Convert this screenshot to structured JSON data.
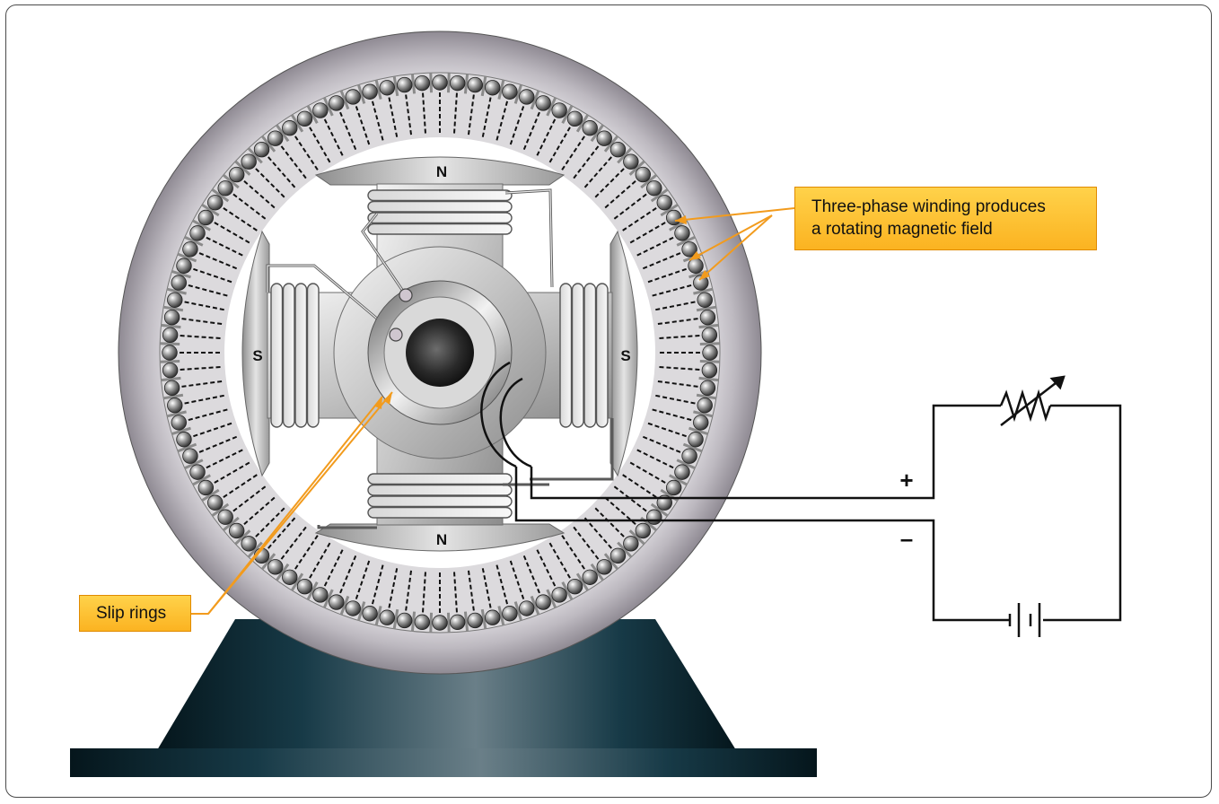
{
  "labels": {
    "callout_winding_line1": "Three-phase winding produces",
    "callout_winding_line2": "a rotating magnetic field",
    "callout_slip_rings": "Slip rings",
    "pole_north": "N",
    "pole_south": "S",
    "plus": "+",
    "minus": "–"
  },
  "colors": {
    "callout_fill": "#fbb321",
    "callout_border": "#e08a00",
    "leader_line": "#f29b1d",
    "base": "#1f4654",
    "housing": "#b7b3b9"
  },
  "icons": {
    "rheostat": "variable-resistor-icon",
    "battery": "battery-icon"
  }
}
